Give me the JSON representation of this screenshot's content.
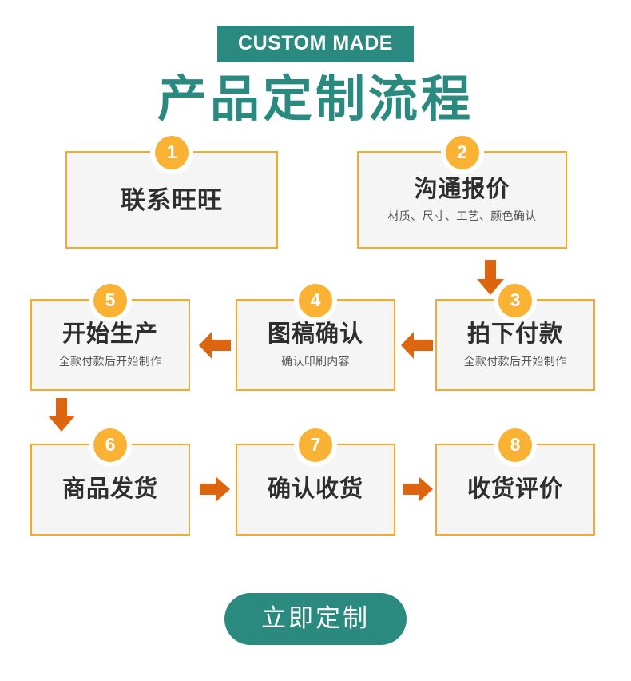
{
  "header": {
    "banner_label": "CUSTOM MADE",
    "title": "产品定制流程"
  },
  "colors": {
    "teal": "#2a8a7f",
    "badge_orange": "#f9b233",
    "border_amber": "#f4ab29",
    "arrow_orange": "#dd6510",
    "box_fill": "#f5f5f5",
    "title_text": "#2e2e2e",
    "sub_text": "#555555"
  },
  "flow": {
    "steps": [
      {
        "number": "1",
        "title": "联系旺旺",
        "subtitle": ""
      },
      {
        "number": "2",
        "title": "沟通报价",
        "subtitle": "材质、尺寸、工艺、颜色确认"
      },
      {
        "number": "3",
        "title": "拍下付款",
        "subtitle": "全款付款后开始制作"
      },
      {
        "number": "4",
        "title": "图稿确认",
        "subtitle": "确认印刷内容"
      },
      {
        "number": "5",
        "title": "开始生产",
        "subtitle": "全款付款后开始制作"
      },
      {
        "number": "6",
        "title": "商品发货",
        "subtitle": ""
      },
      {
        "number": "7",
        "title": "确认收货",
        "subtitle": ""
      },
      {
        "number": "8",
        "title": "收货评价",
        "subtitle": ""
      }
    ],
    "arrows": [
      {
        "name": "arrow-step1-to-step2",
        "direction": "right"
      },
      {
        "name": "arrow-step2-to-step3",
        "direction": "down"
      },
      {
        "name": "arrow-step3-to-step4",
        "direction": "left"
      },
      {
        "name": "arrow-step4-to-step5",
        "direction": "left"
      },
      {
        "name": "arrow-step5-to-step6",
        "direction": "down"
      },
      {
        "name": "arrow-step6-to-step7",
        "direction": "right"
      },
      {
        "name": "arrow-step7-to-step8",
        "direction": "right"
      }
    ]
  },
  "cta": {
    "label": "立即定制"
  }
}
